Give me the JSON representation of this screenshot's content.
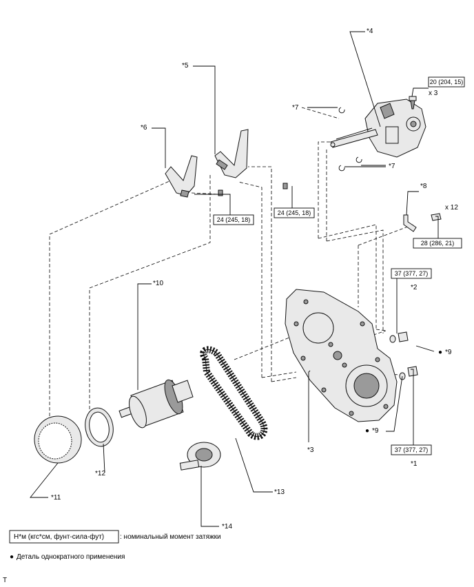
{
  "callouts": {
    "c1": "*1",
    "c2": "*2",
    "c3": "*3",
    "c4": "*4",
    "c5": "*5",
    "c6": "*6",
    "c7a": "*7",
    "c7b": "*7",
    "c8": "*8",
    "c9a": "*9",
    "c9b": "*9",
    "c10": "*10",
    "c11": "*11",
    "c12": "*12",
    "c13": "*13",
    "c14": "*14"
  },
  "torques": {
    "t1": "20 (204, 15)",
    "t2": "24 (245, 18)",
    "t3": "24 (245, 18)",
    "t4": "28 (286, 21)",
    "t5": "37 (377, 27)",
    "t6": "37 (377, 27)"
  },
  "quantities": {
    "q1": "x 3",
    "q2": "x 12"
  },
  "legend": {
    "torque_box": "Н*м (кгс*см, фунт-сила-фут)",
    "torque_desc": ": номинальный момент затяжки",
    "bullet": "●",
    "single_use": "Деталь однократного применения"
  },
  "corner_mark": "T"
}
